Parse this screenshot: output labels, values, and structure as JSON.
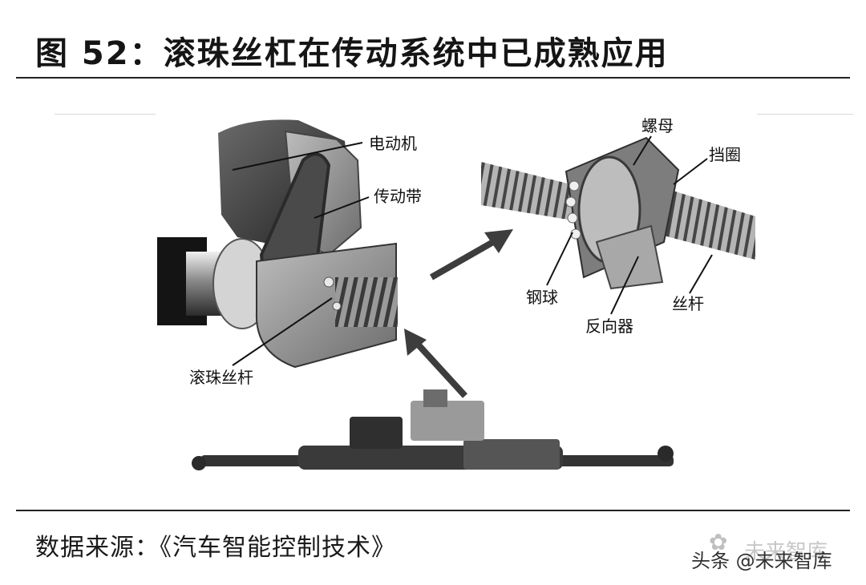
{
  "figure": {
    "title": "图 52：滚珠丝杠在传动系统中已成熟应用",
    "source": "数据来源：《汽车智能控制技术》"
  },
  "labels": {
    "motor": "电动机",
    "belt": "传动带",
    "ball_screw": "滚珠丝杆",
    "nut": "螺母",
    "retaining_ring": "挡圈",
    "steel_ball": "钢球",
    "reverser": "反向器",
    "screw_rod": "丝杆"
  },
  "watermark": {
    "text": "头条 @未来智库",
    "faint": "未来智库"
  }
}
